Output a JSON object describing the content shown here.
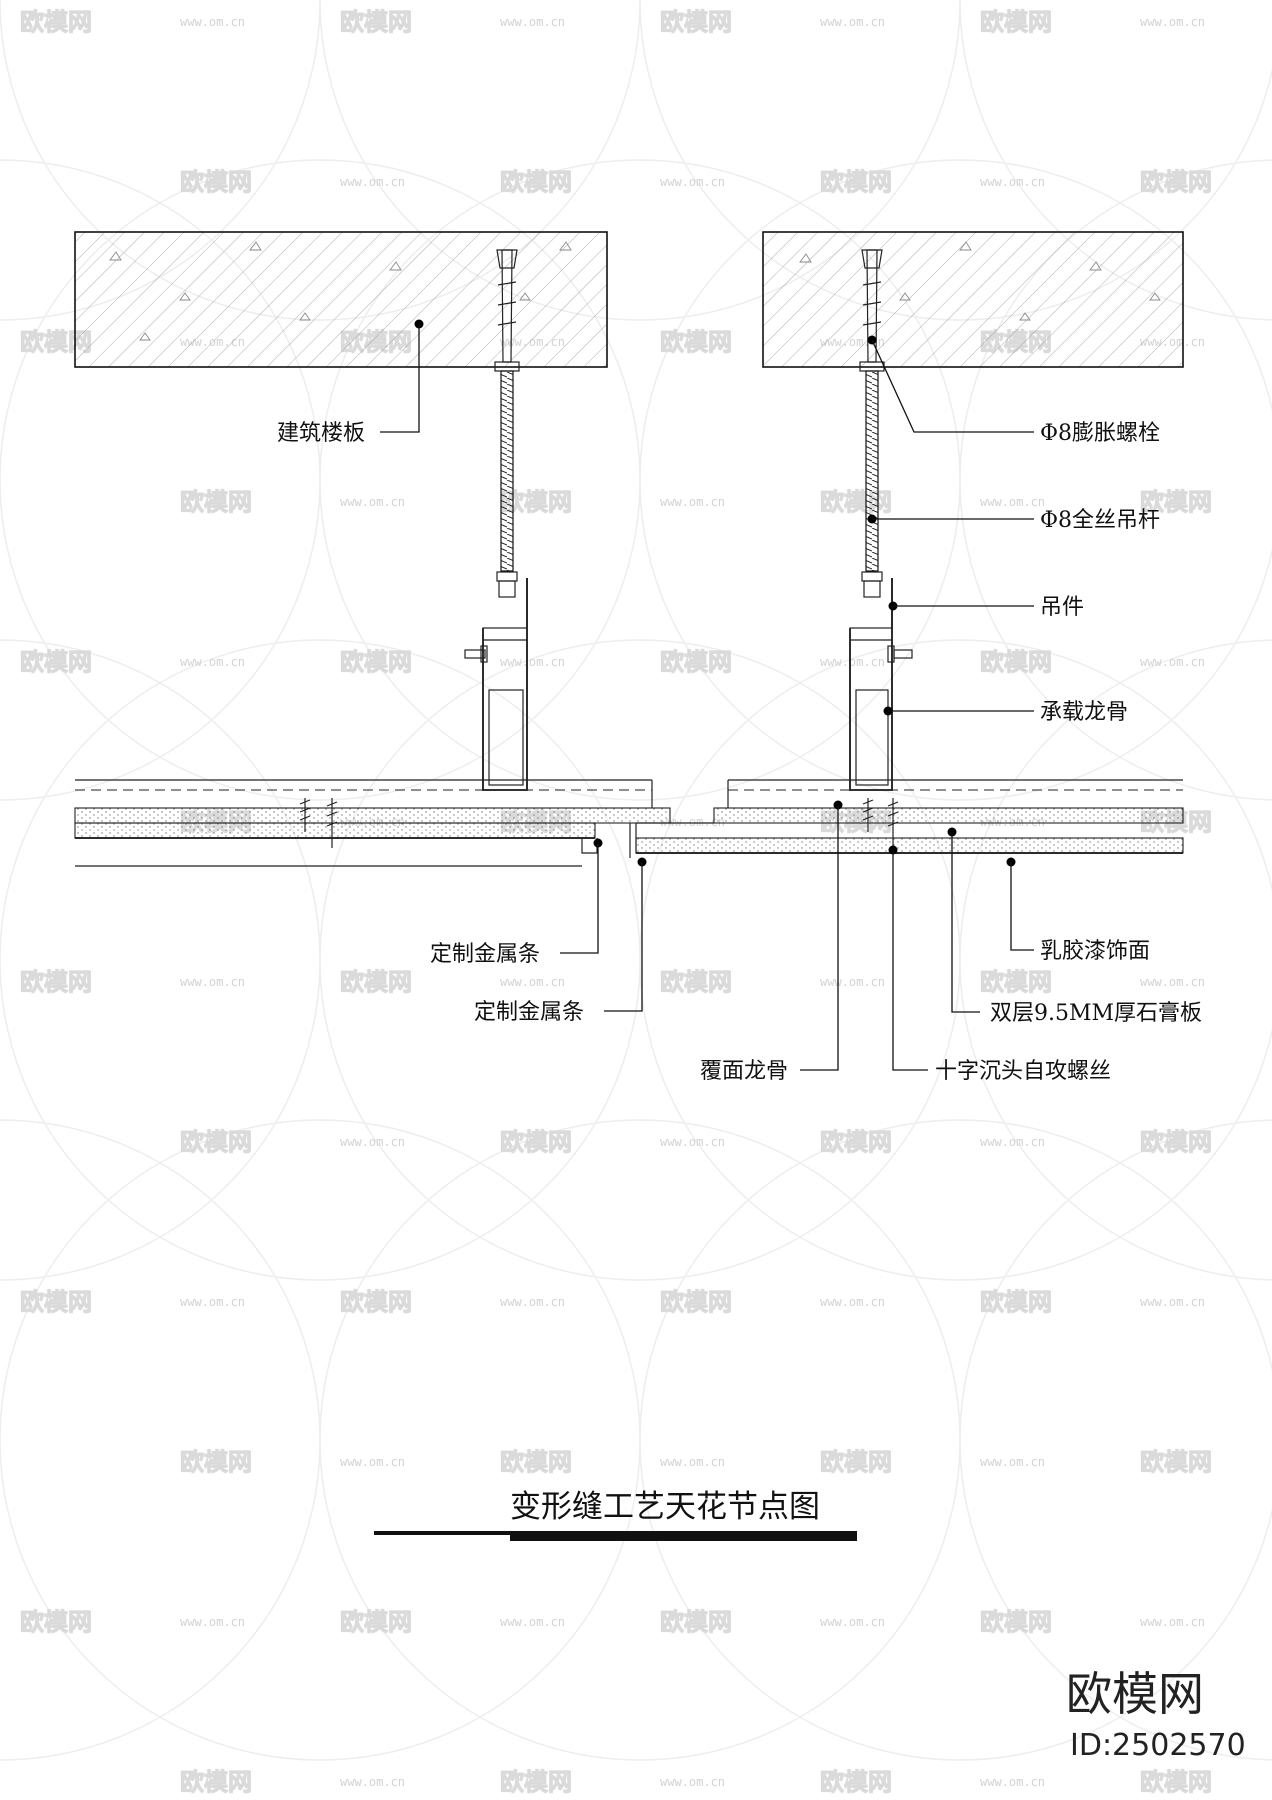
{
  "title": "变形缝工艺天花节点图",
  "labels": {
    "floor_slab": "建筑楼板",
    "expansion_bolt": "Φ8膨胀螺栓",
    "threaded_rod": "Φ8全丝吊杆",
    "hanger": "吊件",
    "main_keel": "承载龙骨",
    "latex_paint": "乳胶漆饰面",
    "gypsum_board": "双层9.5MM厚石膏板",
    "cross_screw": "十字沉头自攻螺丝",
    "cover_keel": "覆面龙骨",
    "metal_strip_1": "定制金属条",
    "metal_strip_2": "定制金属条"
  },
  "watermark": {
    "brand": "欧模网",
    "url": "www.om.cn"
  },
  "brand": {
    "logo_text": "欧模网",
    "id_text": "ID:2502570"
  },
  "colors": {
    "line": "#111111",
    "watermark": "#d6d6d6",
    "background": "#ffffff"
  }
}
